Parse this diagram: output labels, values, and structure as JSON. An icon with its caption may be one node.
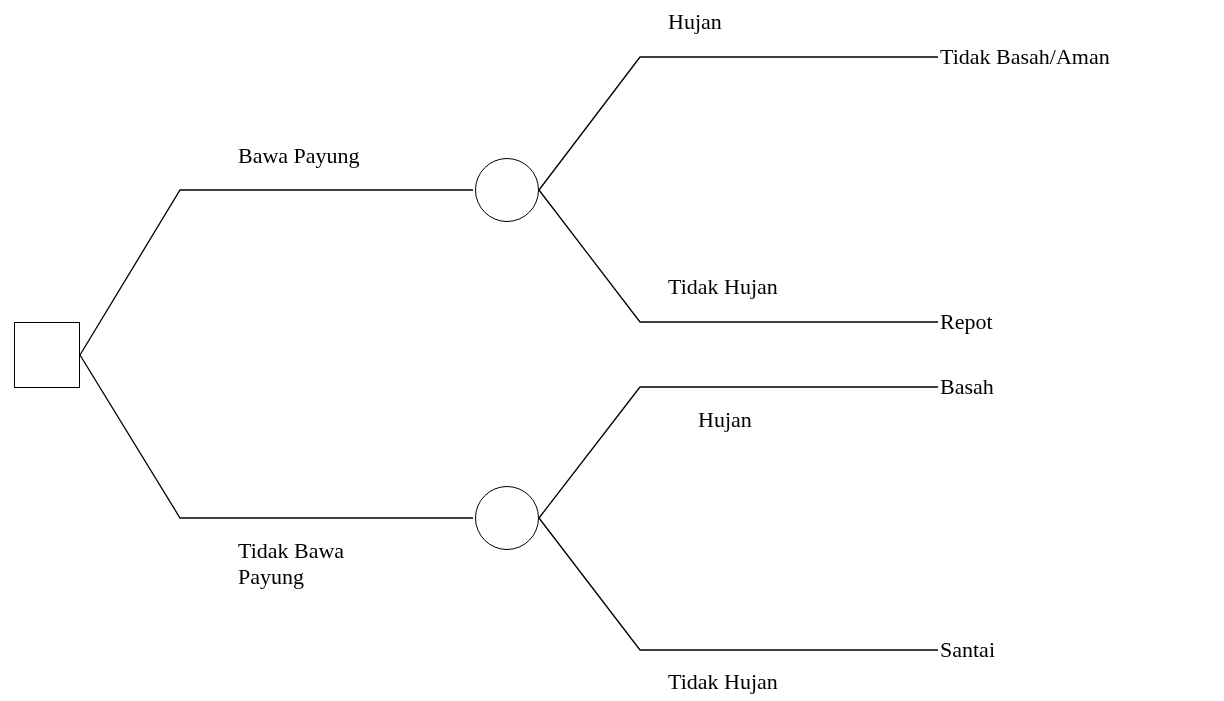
{
  "diagram": {
    "nodes": [
      {
        "text": [],
        "shape": "box"
      },
      {
        "text": [],
        "shape": "circle"
      },
      {
        "text": [],
        "shape": "circle"
      },
      {
        "text": [
          "Tidak Basah/Aman"
        ]
      },
      {
        "text": [
          "Repot"
        ]
      },
      {
        "text": [
          "Basah"
        ]
      },
      {
        "text": [
          "Santai"
        ]
      }
    ],
    "edges": [
      {
        "from": 0,
        "to": 1,
        "arrow": "none",
        "label": "Bawa Payung"
      },
      {
        "from": 0,
        "to": 2,
        "arrow": "none",
        "label": "Tidak Bawa Payung"
      },
      {
        "from": 1,
        "to": 3,
        "arrow": "none",
        "label": "Hujan"
      },
      {
        "from": 1,
        "to": 4,
        "arrow": "none",
        "label": "Tidak Hujan"
      },
      {
        "from": 2,
        "to": 5,
        "arrow": "none",
        "label": "Hujan"
      },
      {
        "from": 2,
        "to": 6,
        "arrow": "none",
        "label": "Tidak Hujan"
      }
    ]
  }
}
